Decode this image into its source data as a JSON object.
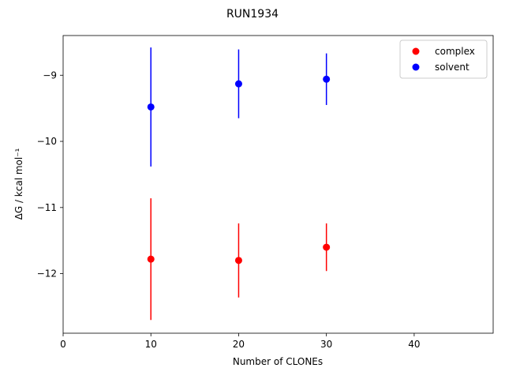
{
  "chart_data": {
    "type": "scatter",
    "title": "RUN1934",
    "xlabel": "Number of CLONEs",
    "ylabel": "ΔG / kcal mol⁻¹",
    "xlim": [
      0,
      49
    ],
    "ylim": [
      -12.9,
      -8.4
    ],
    "xticks": [
      0,
      10,
      20,
      30,
      40
    ],
    "yticks": [
      -12,
      -11,
      -10,
      -9
    ],
    "grid": false,
    "legend_position": "top-right",
    "series": [
      {
        "name": "complex",
        "color": "#ff0000",
        "points": [
          {
            "x": 10,
            "y": -11.78,
            "err": 0.92
          },
          {
            "x": 20,
            "y": -11.8,
            "err": 0.56
          },
          {
            "x": 30,
            "y": -11.6,
            "err": 0.36
          }
        ]
      },
      {
        "name": "solvent",
        "color": "#0000ff",
        "points": [
          {
            "x": 10,
            "y": -9.48,
            "err": 0.9
          },
          {
            "x": 20,
            "y": -9.13,
            "err": 0.52
          },
          {
            "x": 30,
            "y": -9.06,
            "err": 0.39
          }
        ]
      }
    ]
  }
}
